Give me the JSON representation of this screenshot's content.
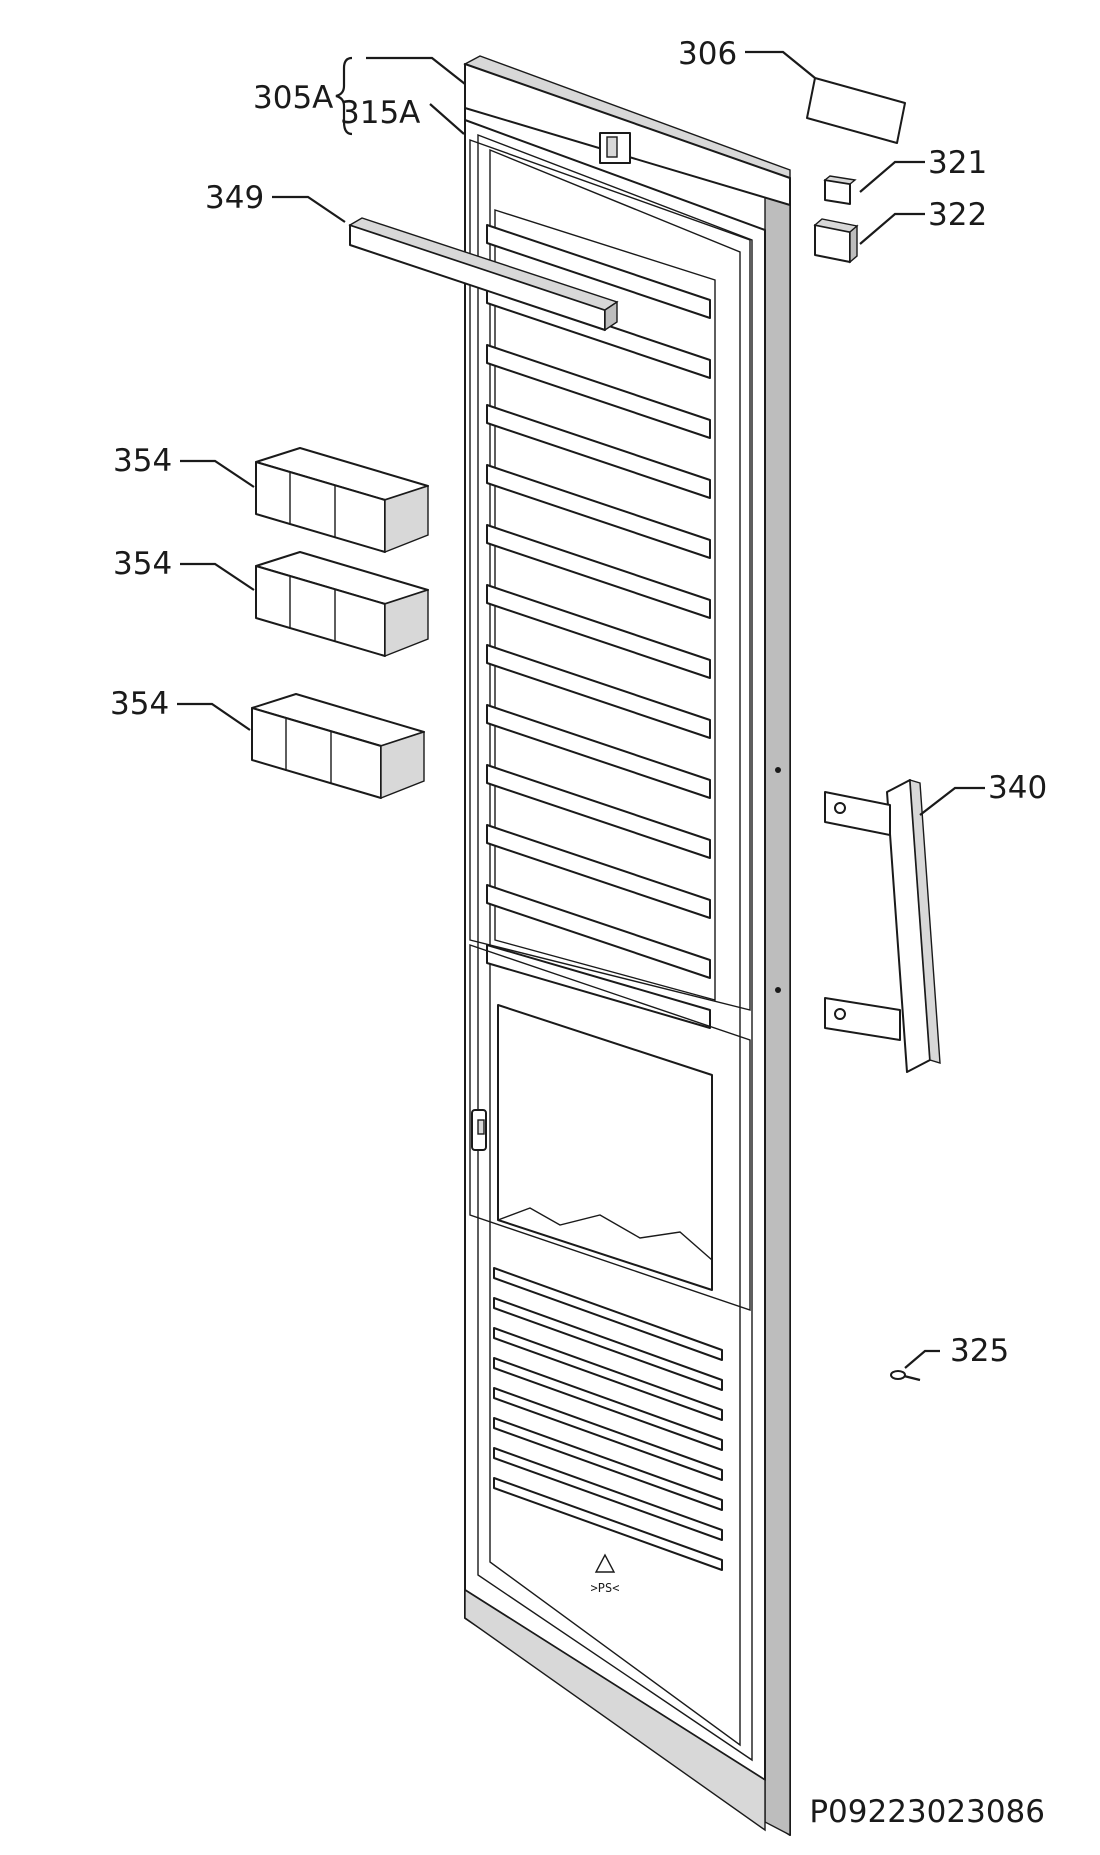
{
  "labels": {
    "l305a": "305A",
    "l315a": "315A",
    "l306": "306",
    "l321": "321",
    "l322": "322",
    "l349": "349",
    "l354a": "354",
    "l354b": "354",
    "l354c": "354",
    "l340": "340",
    "l325": "325"
  },
  "drawing_code": "P09223023086",
  "marking": {
    "recycle": ">PS<"
  },
  "colors": {
    "ink": "#1a1a1a",
    "paper": "#ffffff",
    "shade": "#d8d8d8"
  }
}
